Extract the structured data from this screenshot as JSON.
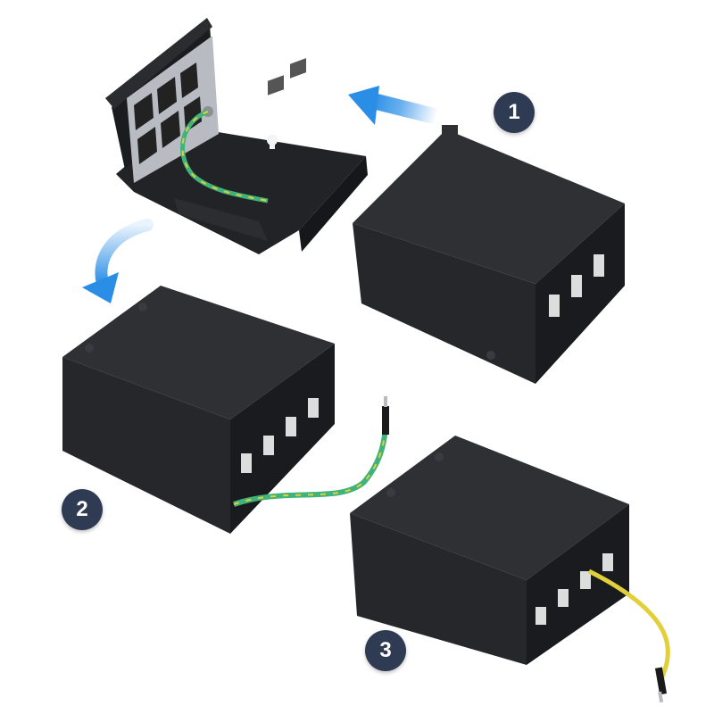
{
  "steps": [
    {
      "number": "1"
    },
    {
      "number": "2"
    },
    {
      "number": "3"
    }
  ],
  "colors": {
    "box_body": "#1c1d20",
    "box_face": "#26272b",
    "box_top": "#2e3034",
    "bracket_metal": "#b8bcc2",
    "ground_wire_green": "#3fb37a",
    "ground_wire_yellow": "#e2cf3a",
    "arrow_blue": "#2a8ee6",
    "step_badge": "#2f3b52"
  },
  "icons": [
    "curved-arrow-down-left-icon",
    "arrow-left-icon"
  ]
}
